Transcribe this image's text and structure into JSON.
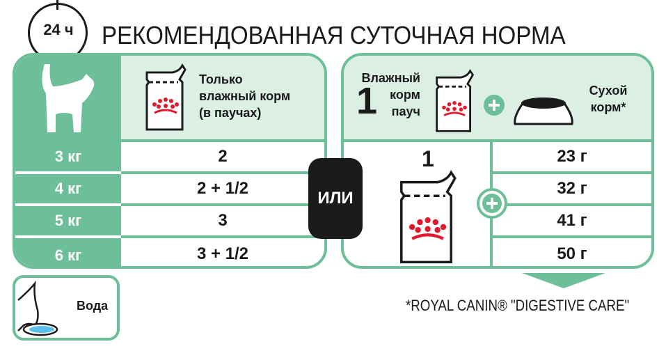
{
  "header": {
    "clock_label": "24 ч",
    "title": "РЕКОМЕНДОВАННАЯ СУТОЧНАЯ НОРМА"
  },
  "left_table": {
    "header": "Только влажный корм (в паучах)",
    "header_lines": [
      "Только",
      "влажный корм",
      "(в паучах)"
    ],
    "rows": [
      {
        "weight": "3 кг",
        "amount": "2"
      },
      {
        "weight": "4 кг",
        "amount": "2 + 1/2"
      },
      {
        "weight": "5 кг",
        "amount": "3"
      },
      {
        "weight": "6 кг",
        "amount": "3 + 1/2"
      }
    ]
  },
  "or_label": "ИЛИ",
  "right_table": {
    "wet_number": "1",
    "wet_lines": [
      "Влажный",
      "корм",
      "пауч"
    ],
    "dry_lines": [
      "Сухой",
      "корм*"
    ],
    "pouch_count": "1",
    "dry_amounts": [
      "23 г",
      "32 г",
      "41 г",
      "50 г"
    ]
  },
  "water_label": "Вода",
  "footnote": "*ROYAL CANIN® \"DIGESTIVE CARE\"",
  "colors": {
    "green": "#6cbf98",
    "light_green": "#dcefe5",
    "red": "#e2192c"
  }
}
